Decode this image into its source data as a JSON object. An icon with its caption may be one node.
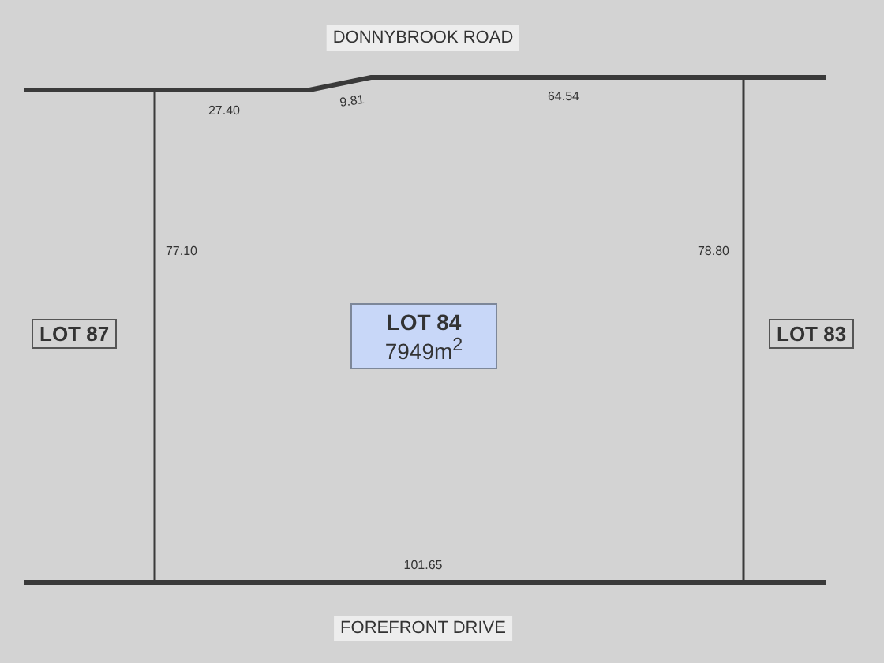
{
  "diagram": {
    "nodes": [
      {
        "text": [
          "DONNYBROOK ROAD"
        ]
      },
      {
        "text": [
          "LOT 87"
        ]
      },
      {
        "text": [
          "LOT 84",
          "7949m$^{2}$"
        ]
      },
      {
        "text": [
          "LOT 83"
        ]
      },
      {
        "text": [
          "FOREFRONT DRIVE"
        ]
      }
    ],
    "labels": [
      "27.40",
      "9.81",
      "64.54",
      "77.10",
      "78.80",
      "101.65"
    ]
  }
}
